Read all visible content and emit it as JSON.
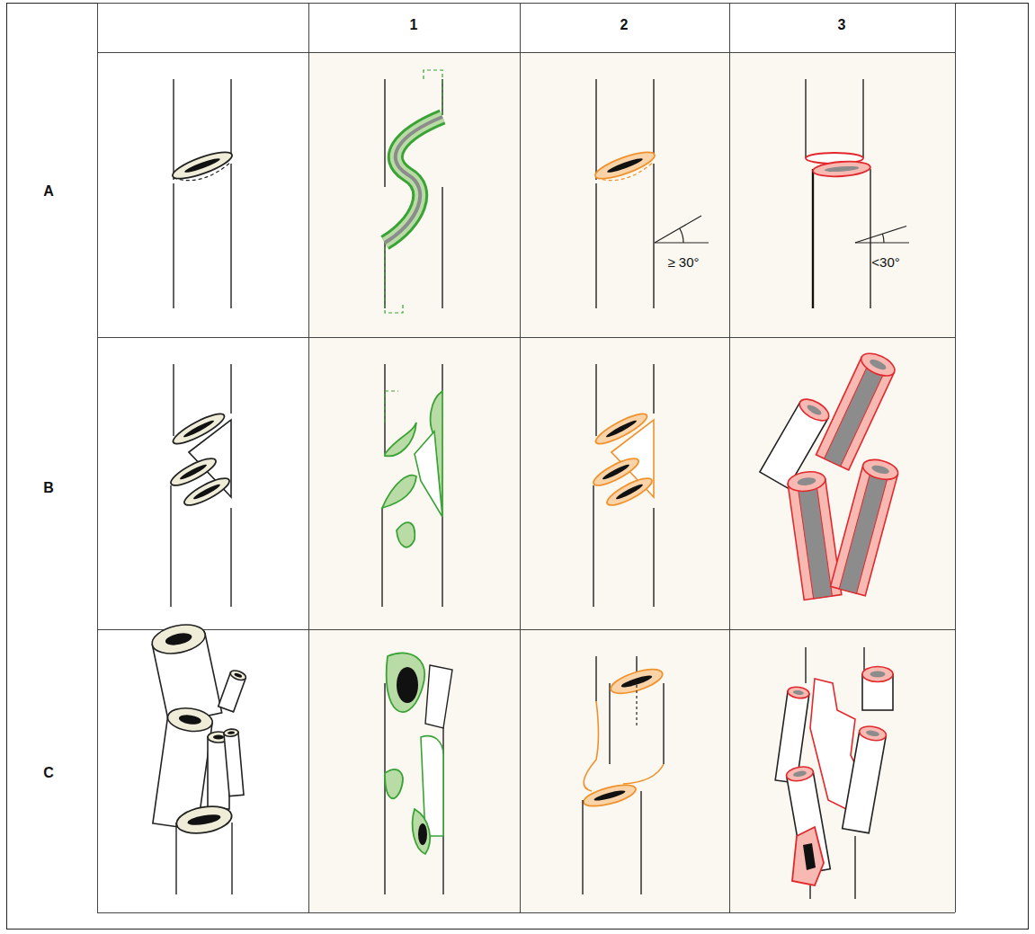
{
  "diagram": {
    "labels": [
      "1",
      "2",
      "3",
      "A",
      "B",
      "C",
      "≥ 30°",
      "<30°"
    ]
  }
}
